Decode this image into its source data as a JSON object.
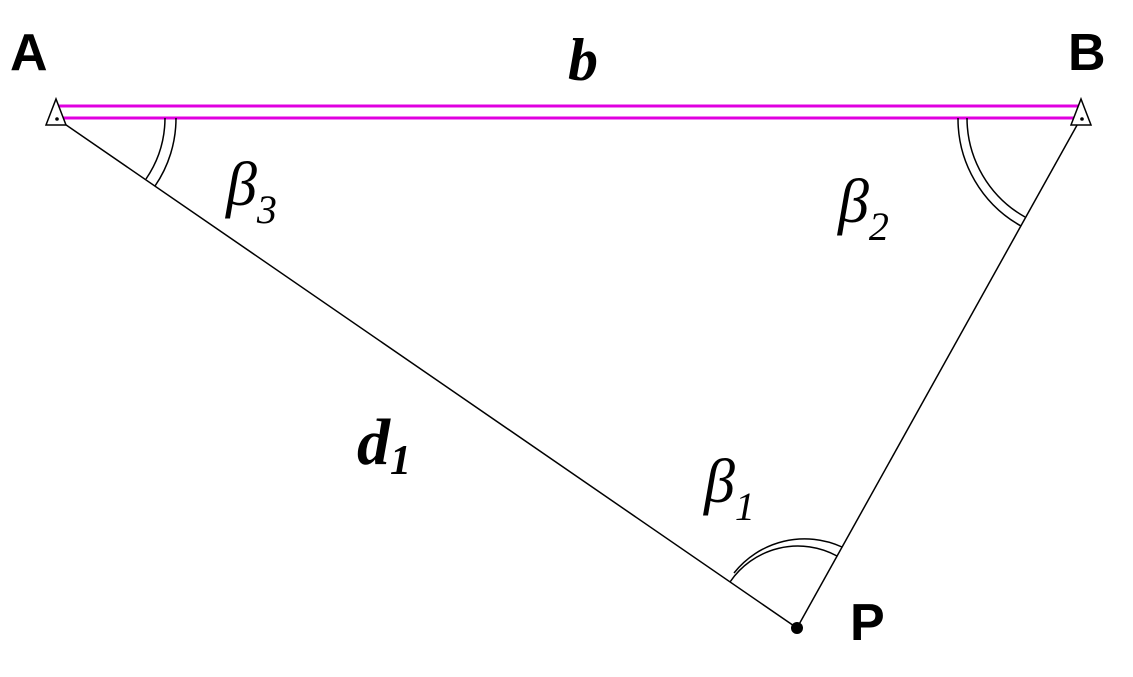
{
  "points": {
    "a": "A",
    "b": "B",
    "p": "P"
  },
  "labels": {
    "base": "b",
    "distance": {
      "main": "d",
      "sub": "1"
    },
    "beta1": {
      "main": "β",
      "sub": "1"
    },
    "beta2": {
      "main": "β",
      "sub": "2"
    },
    "beta3": {
      "main": "β",
      "sub": "3"
    }
  },
  "colors": {
    "baseline": "#e000e0",
    "lines": "#000000",
    "background": "#ffffff"
  }
}
